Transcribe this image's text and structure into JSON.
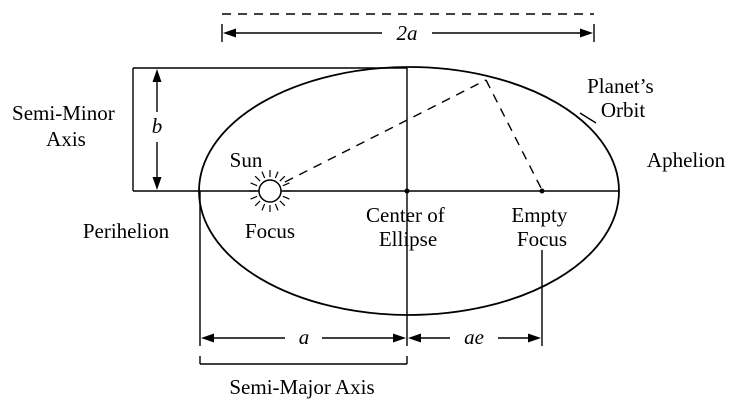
{
  "labels": {
    "two_a": "2a",
    "semi_minor_axis": [
      "Semi-Minor",
      "Axis"
    ],
    "b": "b",
    "sun": "Sun",
    "focus": "Focus",
    "planets_orbit": [
      "Planet’s",
      "Orbit"
    ],
    "aphelion": "Aphelion",
    "perihelion": "Perihelion",
    "center_of_ellipse": [
      "Center of",
      "Ellipse"
    ],
    "empty_focus": [
      "Empty",
      "Focus"
    ],
    "a": "a",
    "ae": "ae",
    "semi_major_axis": "Semi-Major Axis"
  }
}
